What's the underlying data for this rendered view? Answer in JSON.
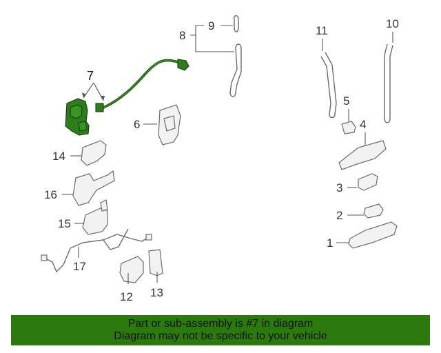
{
  "callouts": {
    "c1": "1",
    "c2": "2",
    "c3": "3",
    "c4": "4",
    "c5": "5",
    "c6": "6",
    "c7": "7",
    "c8": "8",
    "c9": "9",
    "c10": "10",
    "c11": "11",
    "c12": "12",
    "c13": "13",
    "c14": "14",
    "c15": "15",
    "c16": "16",
    "c17": "17"
  },
  "highlight": {
    "part": "7",
    "color": "#2e7d1d"
  },
  "banner": {
    "line1": "Part or sub-assembly is #7 in diagram",
    "line2": "Diagram may not be specific to your vehicle",
    "color": "#2c7a0e"
  }
}
